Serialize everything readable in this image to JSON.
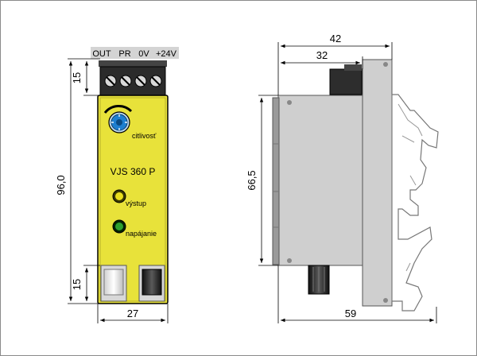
{
  "terminal_labels": [
    "OUT",
    "PR",
    "0V",
    "+24V"
  ],
  "front": {
    "model": "VJS 360 P",
    "knob_label": "citlivosť",
    "led_output_label": "výstup",
    "led_power_label": "napájanie",
    "colors": {
      "body": "#e8e23a",
      "led_output": "#e8df1c",
      "led_power": "#2ea02e",
      "knob": "#1e7fd0"
    }
  },
  "dimensions": {
    "front_height": "96,0",
    "front_top": "15",
    "front_bottom": "15",
    "front_width": "27",
    "side_total_width": "42",
    "side_body_width": "32",
    "side_height": "66,5",
    "side_depth": "59"
  }
}
